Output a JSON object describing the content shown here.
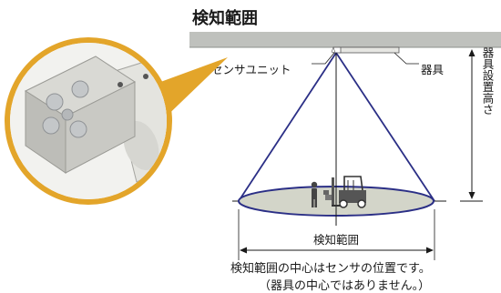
{
  "title": "検知範囲",
  "labels": {
    "sensor_unit": "センサユニット",
    "fixture": "器具",
    "installation_height": "器具設置高さ",
    "detection_range": "検知範囲"
  },
  "notes": [
    "検知範囲の中心はセンサの位置です。",
    "（器具の中心ではありません。）"
  ],
  "colors": {
    "cone_line": "#2b2f86",
    "ceiling": "#bfc1bd",
    "floor_ellipse_fill": "#d3d5c9",
    "floor_ellipse_stroke": "#2b2f86",
    "callout_ring": "#e3a52a",
    "dimension_line": "#1a1a1a"
  }
}
